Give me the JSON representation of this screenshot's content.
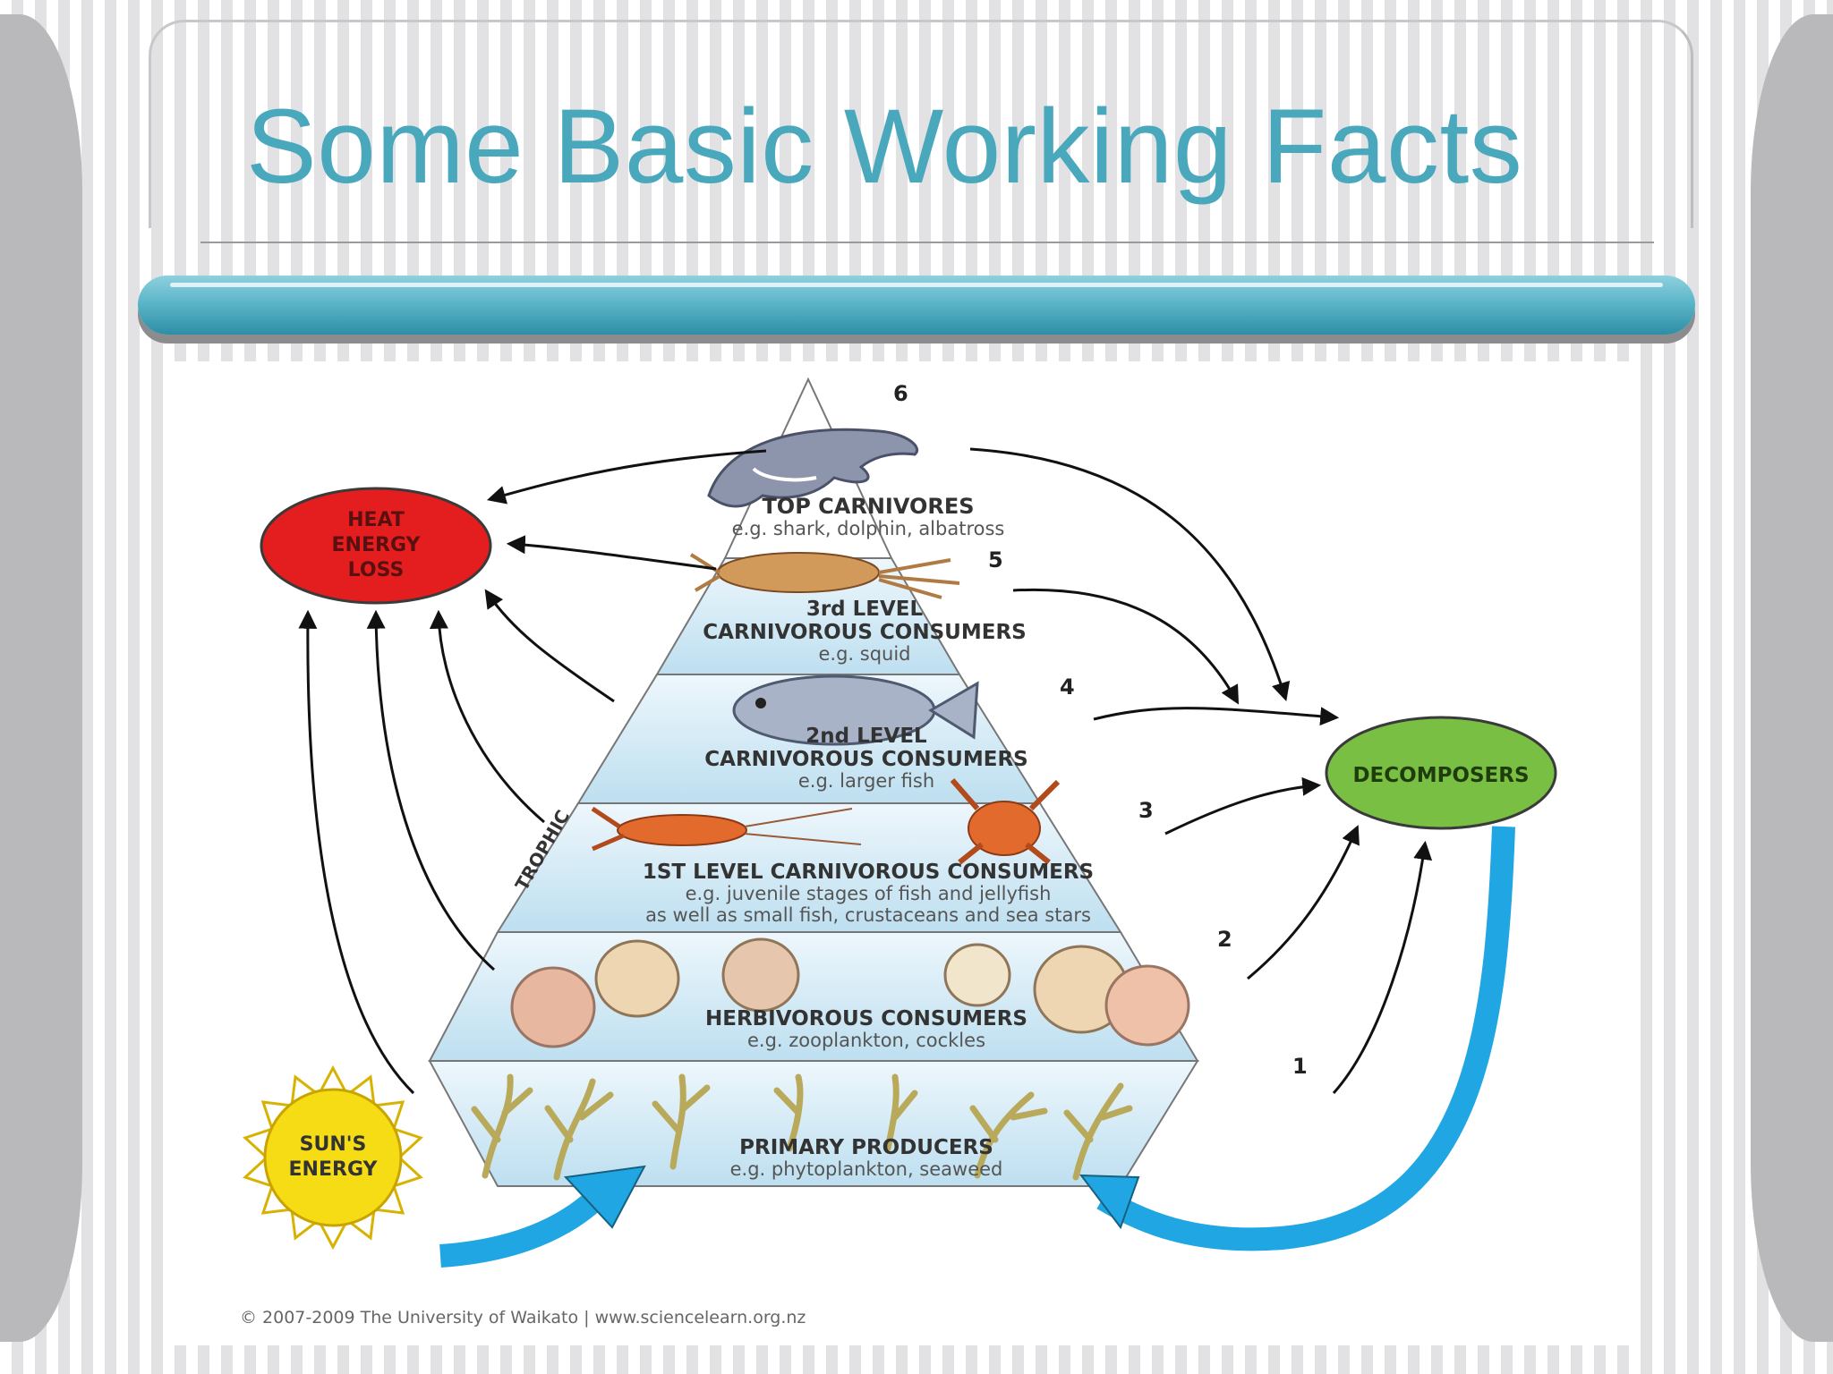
{
  "slide": {
    "title": "Some Basic Working Facts"
  },
  "diagram": {
    "pyramid_levels": [
      {
        "number": "6",
        "name": "TOP CARNIVORES",
        "example": "e.g. shark, dolphin, albatross"
      },
      {
        "number": "5",
        "name_line1": "3rd LEVEL",
        "name_line2": "CARNIVOROUS CONSUMERS",
        "example": "e.g. squid"
      },
      {
        "number": "4",
        "name_line1": "2nd LEVEL",
        "name_line2": "CARNIVOROUS CONSUMERS",
        "example": "e.g. larger fish"
      },
      {
        "number": "3",
        "name": "1ST LEVEL CARNIVOROUS CONSUMERS",
        "example_line1": "e.g. juvenile stages of fish and jellyfish",
        "example_line2": "as well as small fish, crustaceans and sea stars"
      },
      {
        "number": "2",
        "name": "HERBIVOROUS CONSUMERS",
        "example": "e.g. zooplankton, cockles"
      },
      {
        "number": "1",
        "name": "PRIMARY PRODUCERS",
        "example": "e.g. phytoplankton, seaweed"
      }
    ],
    "heat_loss": {
      "line1": "HEAT",
      "line2": "ENERGY",
      "line3": "LOSS"
    },
    "decomposers": "DECOMPOSERS",
    "sun": {
      "line1": "SUN'S",
      "line2": "ENERGY"
    },
    "trophic_label": "TROPHIC",
    "copyright": "© 2007-2009 The University of Waikato | www.sciencelearn.org.nz",
    "colors": {
      "heat": "#e41e1e",
      "decomposers": "#79bf43",
      "sun": "#f5dc14",
      "water": "#c6e3f2",
      "blue_arrow": "#20a6e3"
    }
  }
}
